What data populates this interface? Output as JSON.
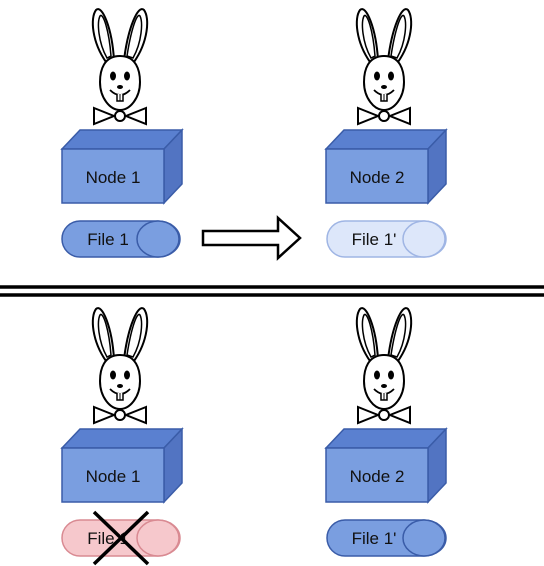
{
  "top_panel": {
    "left": {
      "node_label": "Node 1",
      "file_label": "File 1"
    },
    "right": {
      "node_label": "Node 2",
      "file_label": "File 1'"
    }
  },
  "bottom_panel": {
    "left": {
      "node_label": "Node 1",
      "file_label": "File 1"
    },
    "right": {
      "node_label": "Node 2",
      "file_label": "File 1'"
    }
  },
  "colors": {
    "node_front": "#7a9ee0",
    "node_top": "#5a80d0",
    "node_side": "#5274c2",
    "node_stroke": "#3a5ca8",
    "file_active": "#7a9ee0",
    "file_faded": "#dde7fa",
    "file_faded_stroke": "#9fb5e4",
    "file_deleted": "#f6c8cc",
    "file_deleted_stroke": "#d98a92",
    "separator": "#000000"
  },
  "icons": [
    "rabbit-icon",
    "right-arrow-icon",
    "cross-icon"
  ]
}
